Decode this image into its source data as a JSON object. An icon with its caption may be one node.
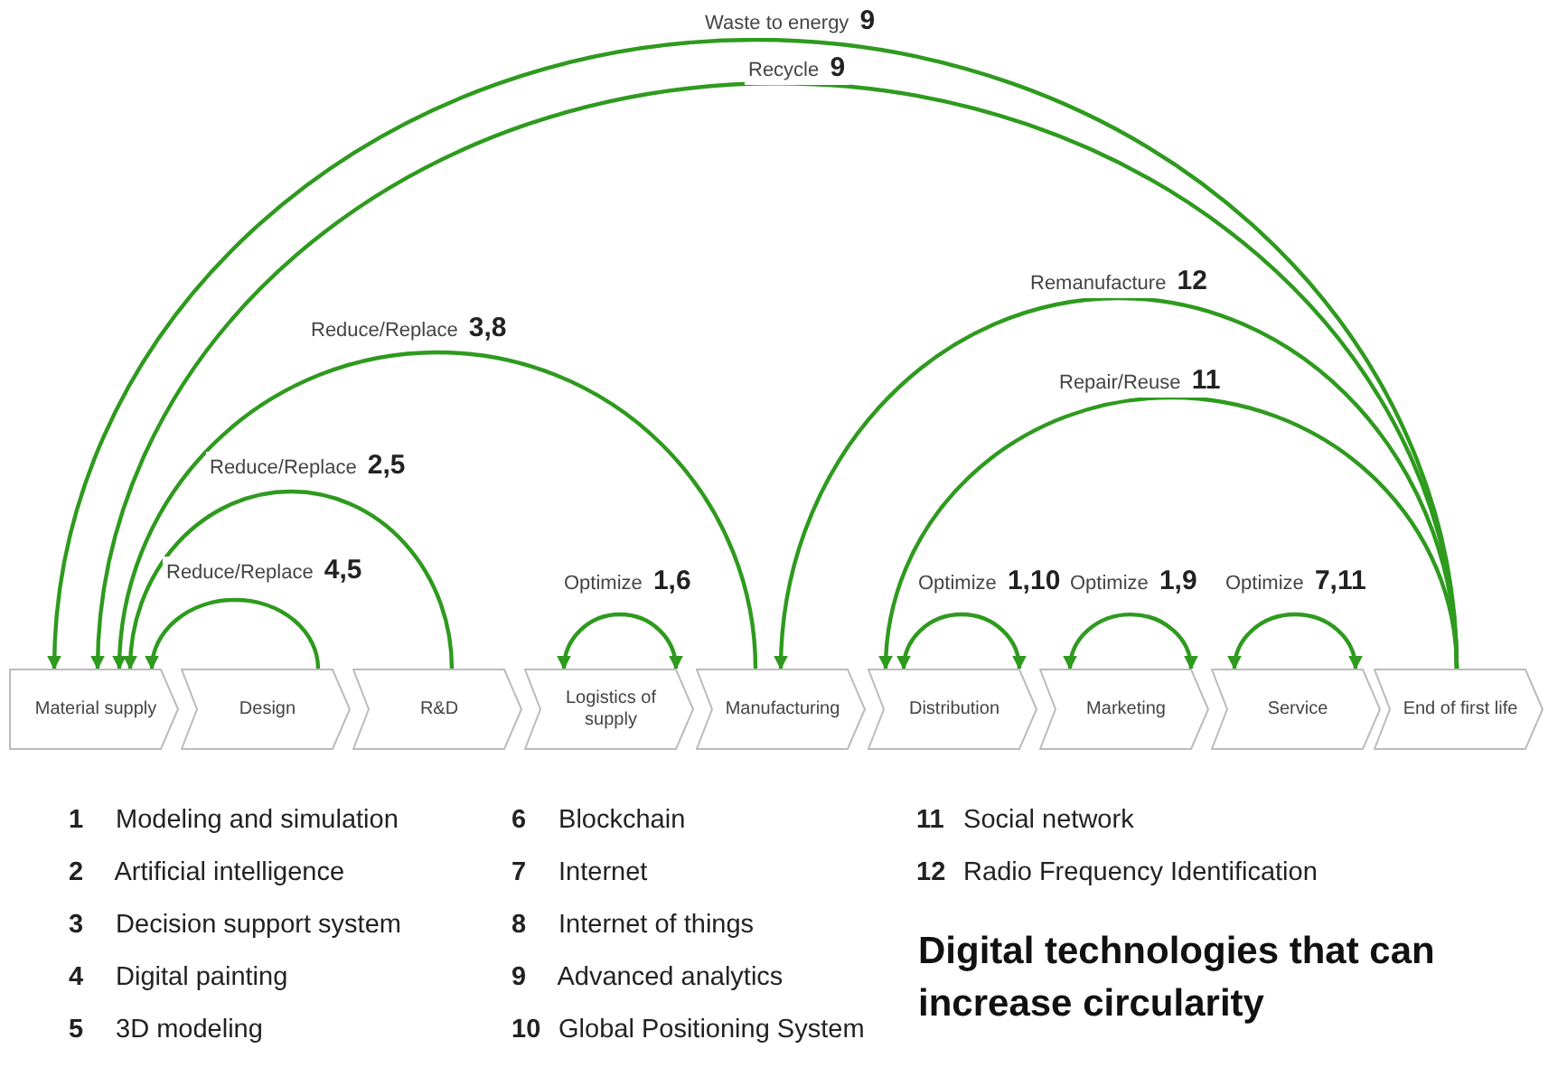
{
  "diagram": {
    "title": "Digital technologies that can increase circularity",
    "nodes": [
      {
        "text": [
          "Material supply"
        ]
      },
      {
        "text": [
          "Design"
        ]
      },
      {
        "text": [
          "R&D"
        ]
      },
      {
        "text": [
          "Logistics of supply"
        ]
      },
      {
        "text": [
          "Manufacturing"
        ]
      },
      {
        "text": [
          "Distribution"
        ]
      },
      {
        "text": [
          "Marketing"
        ]
      },
      {
        "text": [
          "Service"
        ]
      },
      {
        "text": [
          "End of first life"
        ]
      }
    ],
    "edges": [
      {
        "from": 8,
        "to": 0,
        "arrow": "to",
        "label": "Waste to energy **9**"
      },
      {
        "from": 8,
        "to": 0,
        "arrow": "to",
        "label": "Recycle **9**"
      },
      {
        "from": 4,
        "to": 0,
        "arrow": "to",
        "label": "Reduce/Replace **3,8**"
      },
      {
        "from": 2,
        "to": 0,
        "arrow": "to",
        "label": "Reduce/Replace **2,5**"
      },
      {
        "from": 1,
        "to": 0,
        "arrow": "to",
        "label": "Reduce/Replace **4,5**"
      },
      {
        "from": 3,
        "to": 3,
        "arrow": "both",
        "label": "Optimize **1,6**"
      },
      {
        "from": 8,
        "to": 4,
        "arrow": "to",
        "label": "Remanufacture **12**"
      },
      {
        "from": 8,
        "to": 5,
        "arrow": "to",
        "label": "Repair/Reuse **11**"
      },
      {
        "from": 5,
        "to": 5,
        "arrow": "both",
        "label": "Optimize **1,10**"
      },
      {
        "from": 6,
        "to": 6,
        "arrow": "both",
        "label": "Optimize **1,9**"
      },
      {
        "from": 7,
        "to": 7,
        "arrow": "both",
        "label": "Optimize **7,11**"
      }
    ],
    "labels": [
      "**1** Modeling and simulation",
      "**2** Artificial intelligence",
      "**3** Decision support system",
      "**4** Digital painting",
      "**5** 3D modeling",
      "**6** Blockchain",
      "**7** Internet",
      "**8** Internet of things",
      "**9** Advanced analytics",
      "**10** Global Positioning System",
      "**11** Social network",
      "**12** Radio Frequency Identification"
    ]
  }
}
